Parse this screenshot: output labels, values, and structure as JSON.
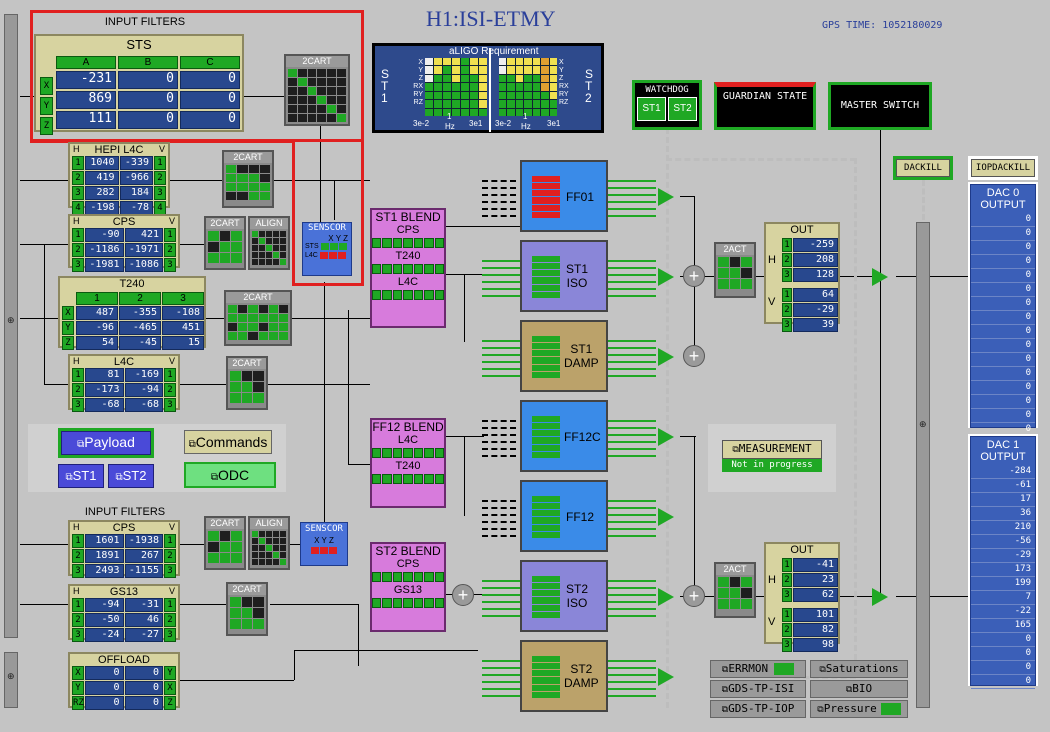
{
  "title": "H1:ISI-ETMY",
  "gps": "GPS TIME: 1052180029",
  "sts": {
    "section": "INPUT FILTERS",
    "name": "STS",
    "cols": [
      "A",
      "B",
      "C"
    ],
    "rows": [
      {
        "label": "X",
        "vals": [
          "-231",
          "0",
          "0"
        ]
      },
      {
        "label": "Y",
        "vals": [
          "869",
          "0",
          "0"
        ]
      },
      {
        "label": "Z",
        "vals": [
          "111",
          "0",
          "0"
        ]
      }
    ]
  },
  "hep_l4c": {
    "name": "HEPI L4C",
    "h": "H",
    "v": "V",
    "rows": [
      {
        "n": "1",
        "a": "1040",
        "b": "-339",
        "m": "1"
      },
      {
        "n": "2",
        "a": "419",
        "b": "-966",
        "m": "2"
      },
      {
        "n": "3",
        "a": "282",
        "b": "184",
        "m": "3"
      },
      {
        "n": "4",
        "a": "-198",
        "b": "-78",
        "m": "4"
      }
    ]
  },
  "cps1": {
    "name": "CPS",
    "h": "H",
    "v": "V",
    "rows": [
      {
        "n": "1",
        "a": "-90",
        "b": "421",
        "m": "1"
      },
      {
        "n": "2",
        "a": "-1186",
        "b": "-1971",
        "m": "2"
      },
      {
        "n": "3",
        "a": "-1981",
        "b": "-1086",
        "m": "3"
      }
    ]
  },
  "t240": {
    "name": "T240",
    "cols": [
      "1",
      "2",
      "3"
    ],
    "rows": [
      {
        "label": "X",
        "vals": [
          "487",
          "-355",
          "-108"
        ]
      },
      {
        "label": "Y",
        "vals": [
          "-96",
          "-465",
          "451"
        ]
      },
      {
        "label": "Z",
        "vals": [
          "54",
          "-45",
          "15"
        ]
      }
    ]
  },
  "l4c": {
    "name": "L4C",
    "h": "H",
    "v": "V",
    "rows": [
      {
        "n": "1",
        "a": "81",
        "b": "-169",
        "m": "1"
      },
      {
        "n": "2",
        "a": "-173",
        "b": "-94",
        "m": "2"
      },
      {
        "n": "3",
        "a": "-68",
        "b": "-68",
        "m": "3"
      }
    ]
  },
  "input2": "INPUT FILTERS",
  "cps2": {
    "name": "CPS",
    "h": "H",
    "v": "V",
    "rows": [
      {
        "n": "1",
        "a": "1601",
        "b": "-1938",
        "m": "1"
      },
      {
        "n": "2",
        "a": "1891",
        "b": "267",
        "m": "2"
      },
      {
        "n": "3",
        "a": "2493",
        "b": "-1155",
        "m": "3"
      }
    ]
  },
  "gs13": {
    "name": "GS13",
    "h": "H",
    "v": "V",
    "rows": [
      {
        "n": "1",
        "a": "-94",
        "b": "-31",
        "m": "1"
      },
      {
        "n": "2",
        "a": "-50",
        "b": "46",
        "m": "2"
      },
      {
        "n": "3",
        "a": "-24",
        "b": "-27",
        "m": "3"
      }
    ]
  },
  "offload": {
    "name": "OFFLOAD",
    "rows": [
      {
        "n": "X",
        "a": "0",
        "b": "0",
        "m": "Y"
      },
      {
        "n": "Y",
        "a": "0",
        "b": "0",
        "m": "X"
      },
      {
        "n": "RZ",
        "a": "0",
        "b": "0",
        "m": "Z"
      }
    ]
  },
  "labels": {
    "cart": "2CART",
    "align": "ALIGN",
    "sensor": "SENSCOR",
    "sts_small": "STS",
    "l4c_small": "L4C",
    "xyz": "X Y Z",
    "act": "2ACT",
    "st1blend": "ST1 BLEND",
    "cps": "CPS",
    "t240": "T240",
    "l4c": "L4C",
    "ff12blend": "FF12 BLEND",
    "st2blend": "ST2 BLEND",
    "gs13": "GS13",
    "ff01": "FF01",
    "st1iso": "ST1\nISO",
    "st1damp": "ST1\nDAMP",
    "ff12c": "FF12C",
    "ff12": "FF12",
    "st2iso": "ST2\nISO",
    "st2damp": "ST2\nDAMP",
    "out": "OUT",
    "h": "H",
    "v": "V"
  },
  "aligo": {
    "title": "aLIGO Requirement",
    "st1": "S\nT\n1",
    "st2": "S\nT\n2",
    "dofs": [
      "X",
      "Y",
      "Z",
      "RX",
      "RY",
      "RZ"
    ],
    "x1": "3e-2",
    "x2": "1",
    "x3": "3e1",
    "hz": "Hz"
  },
  "watchdog": {
    "title": "WATCHDOG",
    "st1": "ST1",
    "st2": "ST2"
  },
  "guardian": "GUARDIAN STATE",
  "master": "MASTER SWITCH",
  "dackill": "DACKILL",
  "iopdackill": "IOPDACKILL",
  "out1": {
    "rows": [
      {
        "n": "1",
        "v": "-259"
      },
      {
        "n": "2",
        "v": "208"
      },
      {
        "n": "3",
        "v": "128"
      },
      {
        "n": "1",
        "v": "64"
      },
      {
        "n": "2",
        "v": "-29"
      },
      {
        "n": "3",
        "v": "39"
      }
    ]
  },
  "out2": {
    "rows": [
      {
        "n": "1",
        "v": "-41"
      },
      {
        "n": "2",
        "v": "23"
      },
      {
        "n": "3",
        "v": "62"
      },
      {
        "n": "1",
        "v": "101"
      },
      {
        "n": "2",
        "v": "82"
      },
      {
        "n": "3",
        "v": "98"
      }
    ]
  },
  "dac0": {
    "title": "DAC 0\nOUTPUT",
    "vals": [
      "0",
      "0",
      "0",
      "0",
      "0",
      "0",
      "0",
      "0",
      "0",
      "0",
      "0",
      "0",
      "0",
      "0",
      "0",
      "0"
    ]
  },
  "dac1": {
    "title": "DAC 1\nOUTPUT",
    "vals": [
      "-284",
      "-61",
      "17",
      "36",
      "210",
      "-56",
      "-29",
      "173",
      "199",
      "7",
      "-22",
      "165",
      "0",
      "0",
      "0",
      "0"
    ]
  },
  "buttons": {
    "payload": "Payload",
    "commands": "Commands",
    "st1": "ST1",
    "st2": "ST2",
    "odc": "ODC"
  },
  "measurement": {
    "label": "MEASUREMENT",
    "status": "Not in progress"
  },
  "bottom": {
    "errmon": "ERRMON",
    "saturations": "Saturations",
    "gdsisi": "GDS-TP-ISI",
    "bio": "BIO",
    "gdsiop": "GDS-TP-IOP",
    "pressure": "Pressure"
  },
  "colors": {
    "accent_red": "#e02020",
    "green": "#1fa824",
    "blue": "#28488e",
    "tan": "#d7d3a0"
  }
}
